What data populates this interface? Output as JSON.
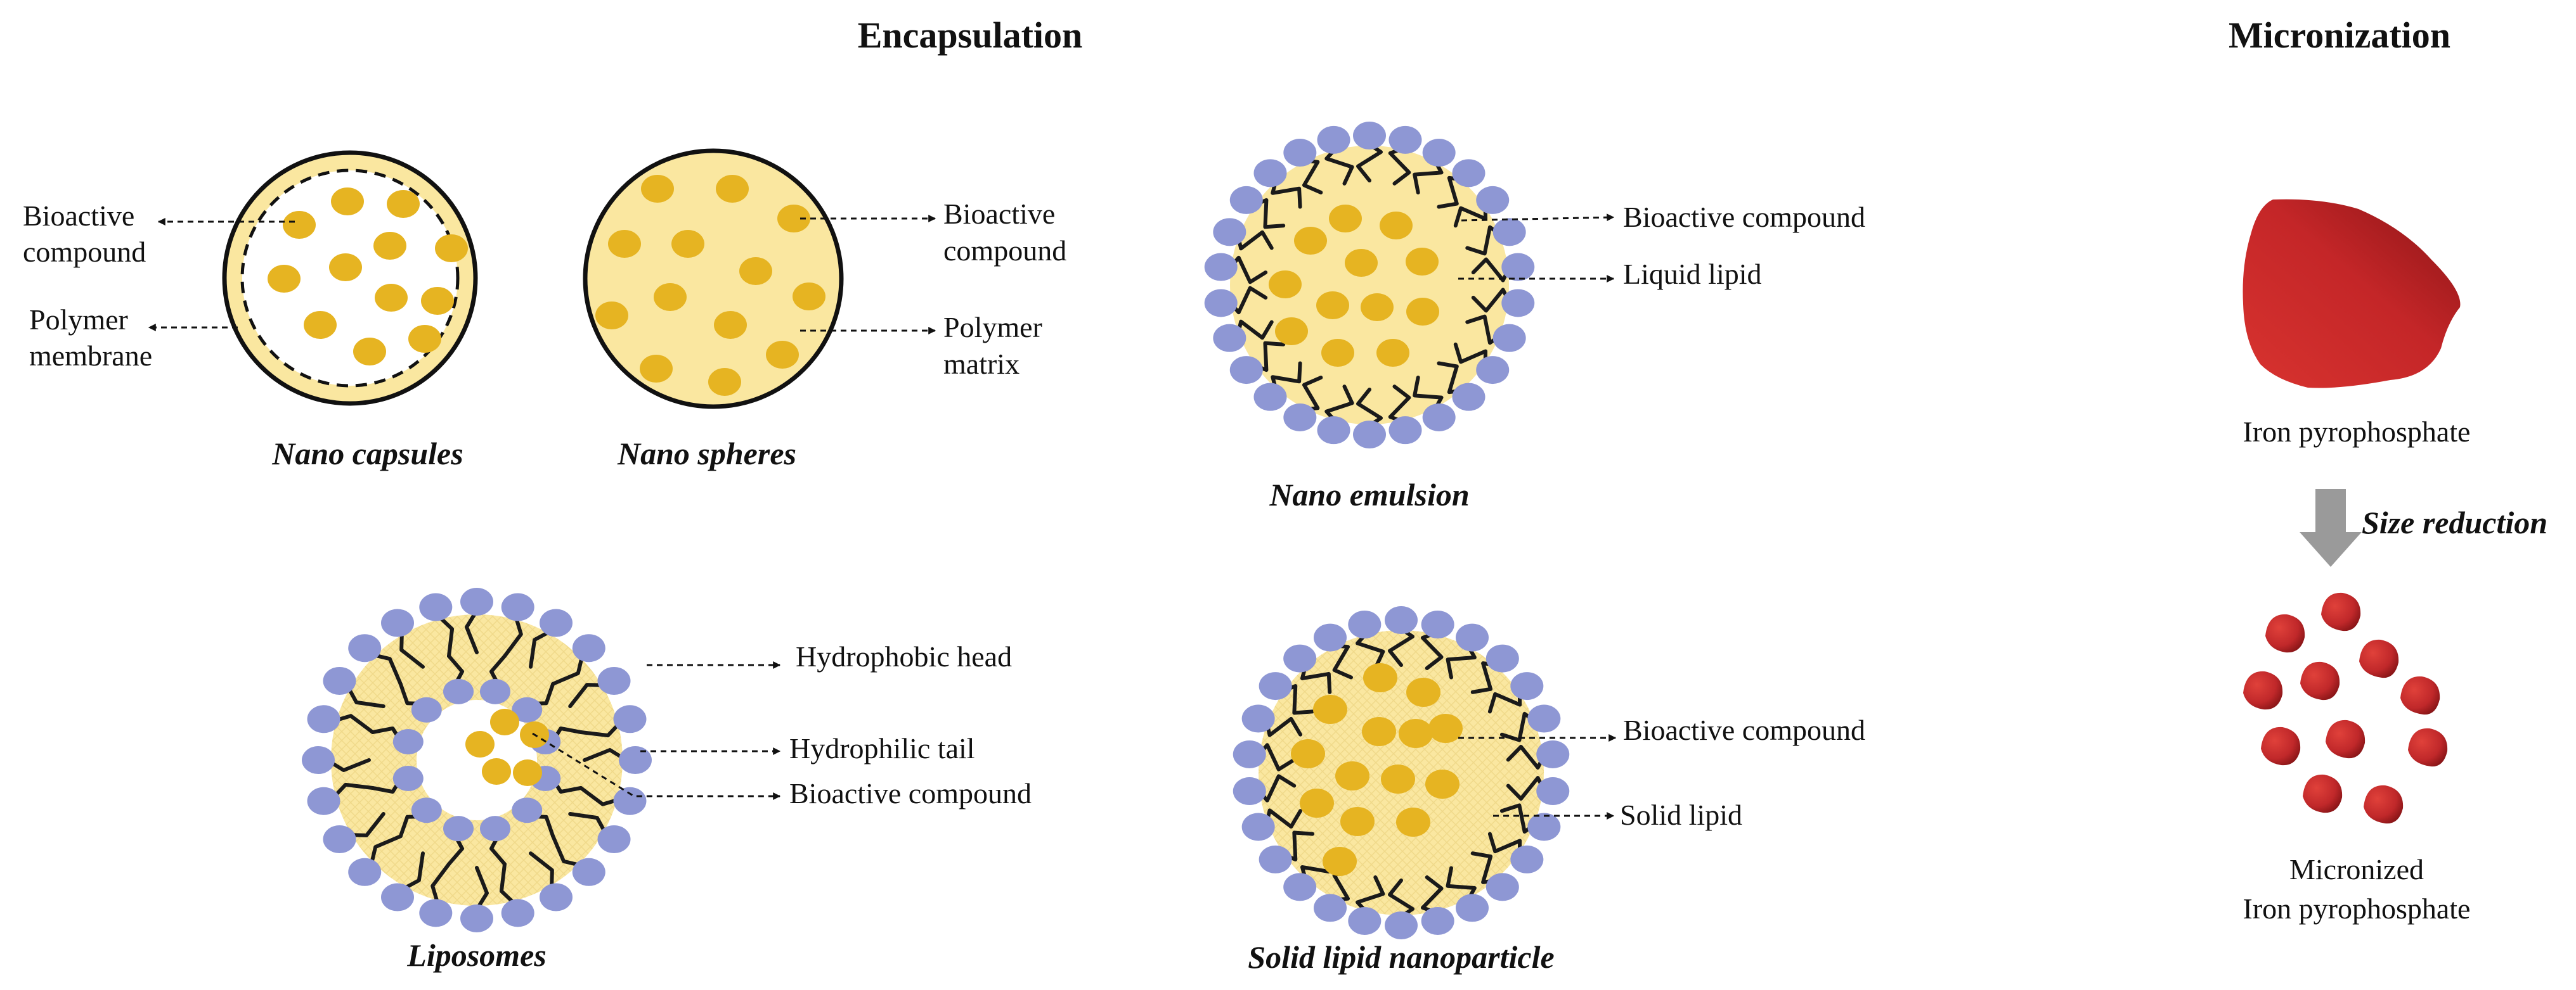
{
  "headers": {
    "encapsulation": "Encapsulation",
    "micronization": "Micronization"
  },
  "nano_capsules": {
    "caption": "Nano capsules",
    "label_bioactive_1": "Bioactive",
    "label_bioactive_2": "compound",
    "label_polymer_1": "Polymer",
    "label_polymer_2": "membrane"
  },
  "nano_spheres": {
    "caption": "Nano spheres",
    "label_bioactive_1": "Bioactive",
    "label_bioactive_2": "compound",
    "label_polymer_1": "Polymer",
    "label_polymer_2": "matrix"
  },
  "nano_emulsion": {
    "caption": "Nano emulsion",
    "label_bioactive": "Bioactive compound",
    "label_liquid_lipid": "Liquid lipid"
  },
  "liposomes": {
    "caption": "Liposomes",
    "label_head": "Hydrophobic head",
    "label_tail": "Hydrophilic tail",
    "label_bioactive": "Bioactive compound"
  },
  "sln": {
    "caption": "Solid lipid nanoparticle",
    "label_bioactive": "Bioactive compound",
    "label_solid_lipid": "Solid lipid"
  },
  "micronization": {
    "label_iron": "Iron pyrophosphate",
    "label_size_reduction": "Size reduction",
    "label_micronized_1": "Micronized",
    "label_micronized_2": "Iron pyrophosphate"
  },
  "colors": {
    "lipid_fill": "#fae7a0",
    "droplet": "#e6b422",
    "head": "#8e97d4",
    "iron_red": "#c0282a",
    "arrow_grey": "#9a9a9a"
  }
}
